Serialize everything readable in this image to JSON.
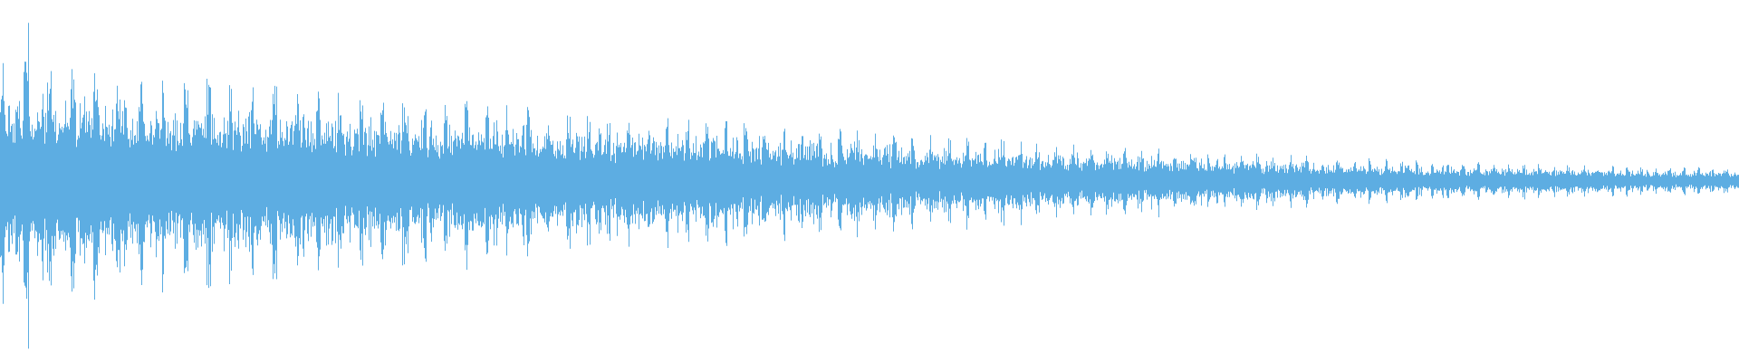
{
  "waveform": {
    "color": "#5dade2",
    "background": "#ffffff",
    "envelope": {
      "start_amplitude": 0.72,
      "end_amplitude": 0.08,
      "decay": "gradual"
    }
  }
}
